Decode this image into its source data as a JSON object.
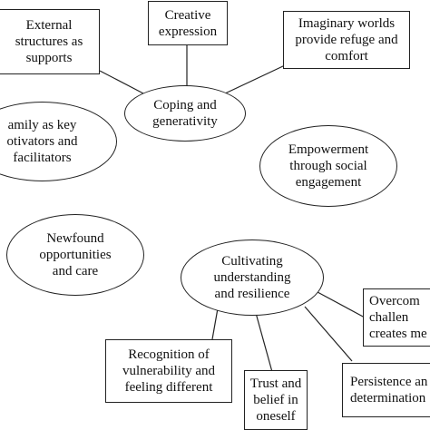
{
  "diagram": {
    "nodes": {
      "external_structures": {
        "shape": "box",
        "text": "External\nstructures as\nsupports"
      },
      "creative_expression": {
        "shape": "box",
        "text": "Creative\nexpression"
      },
      "imaginary_worlds": {
        "shape": "box",
        "text": "Imaginary worlds\nprovide refuge and\ncomfort"
      },
      "coping_generativity": {
        "shape": "ellipse",
        "text": "Coping and\ngenerativity"
      },
      "family_key": {
        "shape": "ellipse",
        "text": "amily as key\notivators and\nfacilitators"
      },
      "empowerment": {
        "shape": "ellipse",
        "text": "Empowerment\nthrough social\nengagement"
      },
      "newfound": {
        "shape": "ellipse",
        "text": "Newfound\nopportunities\nand care"
      },
      "cultivating": {
        "shape": "ellipse",
        "text": "Cultivating\nunderstanding\nand resilience"
      },
      "recognition": {
        "shape": "box",
        "text": "Recognition of\nvulnerability and\nfeeling different"
      },
      "trust": {
        "shape": "box",
        "text": "Trust and\nbelief in\noneself"
      },
      "persistence": {
        "shape": "box",
        "text": "Persistence an\ndetermination"
      },
      "overcoming": {
        "shape": "box",
        "text": "Overcom\nchallen\ncreates me"
      }
    },
    "edges": [
      {
        "from": "coping_generativity",
        "to": "external_structures"
      },
      {
        "from": "coping_generativity",
        "to": "creative_expression"
      },
      {
        "from": "coping_generativity",
        "to": "imaginary_worlds"
      },
      {
        "from": "cultivating",
        "to": "recognition"
      },
      {
        "from": "cultivating",
        "to": "trust"
      },
      {
        "from": "cultivating",
        "to": "persistence"
      },
      {
        "from": "cultivating",
        "to": "overcoming"
      }
    ]
  }
}
